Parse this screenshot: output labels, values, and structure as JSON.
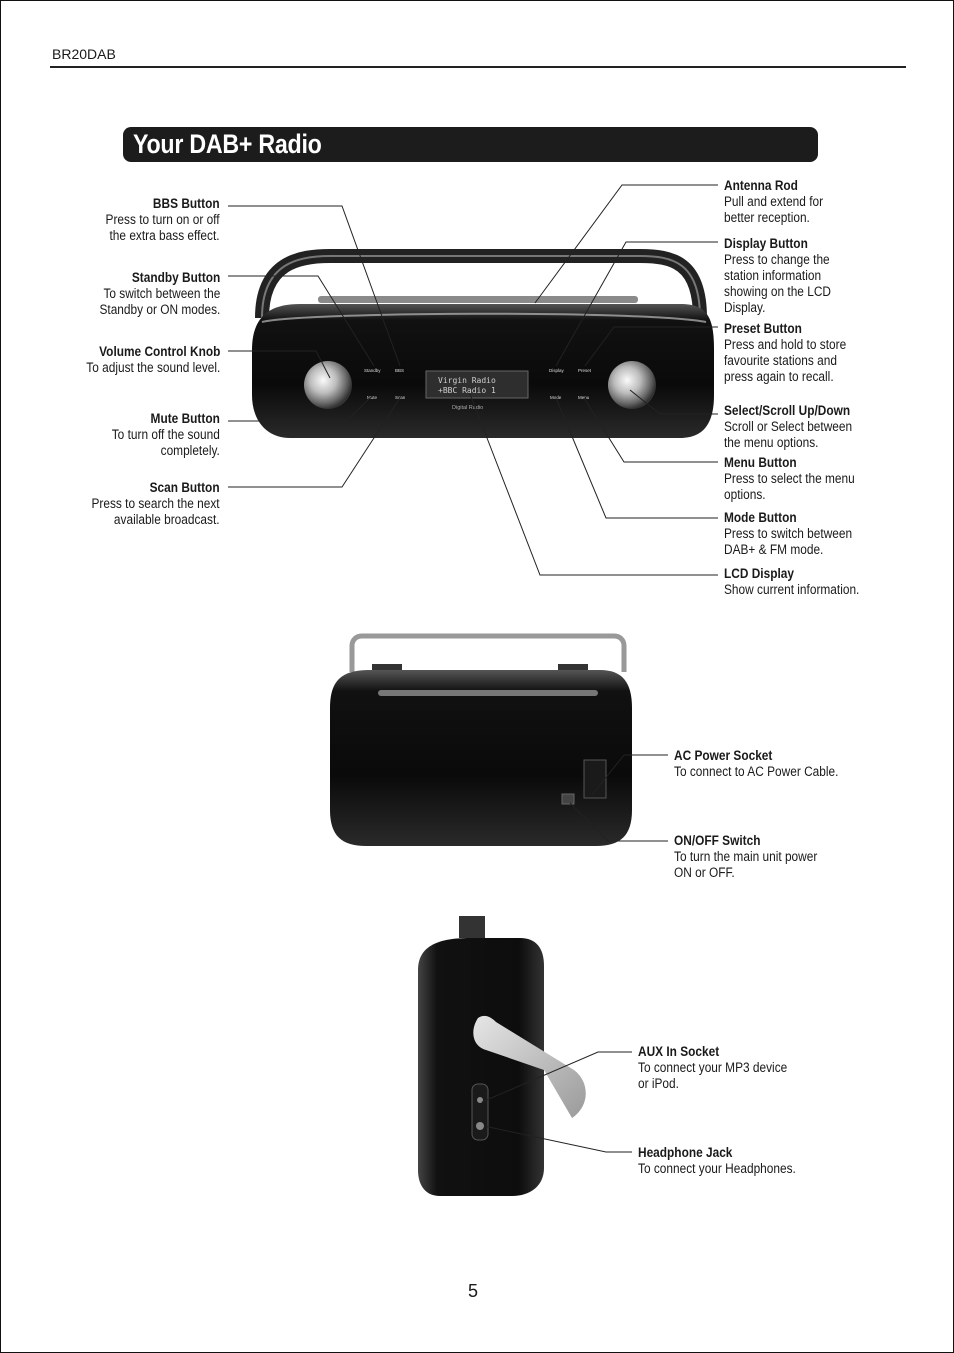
{
  "header": {
    "model": "BR20DAB"
  },
  "title": "Your DAB+ Radio",
  "front_view": {
    "lcd_lines": [
      "Virgin Radio",
      "+BBC Radio 1"
    ],
    "lcd_brand": "Digital Radio",
    "panel_labels": [
      "Standby",
      "BBS",
      "Mute",
      "Scan",
      "Display",
      "Preset",
      "Mode",
      "Menu"
    ],
    "left_callouts": [
      {
        "title": "BBS Button",
        "desc": "Press to turn on or off\nthe extra bass effect."
      },
      {
        "title": "Standby Button",
        "desc": "To switch between the\nStandby or ON modes."
      },
      {
        "title": "Volume Control Knob",
        "desc": "To adjust the sound level."
      },
      {
        "title": "Mute Button",
        "desc": "To turn off the sound\ncompletely."
      },
      {
        "title": "Scan Button",
        "desc": "Press to search the next\navailable broadcast."
      }
    ],
    "right_callouts": [
      {
        "title": "Antenna Rod",
        "desc": "Pull and extend for\nbetter reception."
      },
      {
        "title": "Display Button",
        "desc": "Press to change the\nstation information\nshowing on the LCD\nDisplay."
      },
      {
        "title": "Preset Button",
        "desc": "Press and hold to store\nfavourite stations and\npress again to recall."
      },
      {
        "title": "Select/Scroll Up/Down",
        "desc": "Scroll or Select between\nthe menu options."
      },
      {
        "title": "Menu Button",
        "desc": "Press to select the menu\noptions."
      },
      {
        "title": "Mode Button",
        "desc": "Press to switch between\nDAB+ & FM mode."
      },
      {
        "title": "LCD Display",
        "desc": "Show current information."
      }
    ]
  },
  "back_view": {
    "callouts": [
      {
        "title": "AC Power Socket",
        "desc": "To connect to AC Power Cable."
      },
      {
        "title": "ON/OFF Switch",
        "desc": "To turn the main unit power\nON or OFF."
      }
    ]
  },
  "side_view": {
    "callouts": [
      {
        "title": "AUX In Socket",
        "desc": "To connect your MP3 device\nor iPod."
      },
      {
        "title": "Headphone Jack",
        "desc": "To connect your Headphones."
      }
    ]
  },
  "page_number": "5"
}
